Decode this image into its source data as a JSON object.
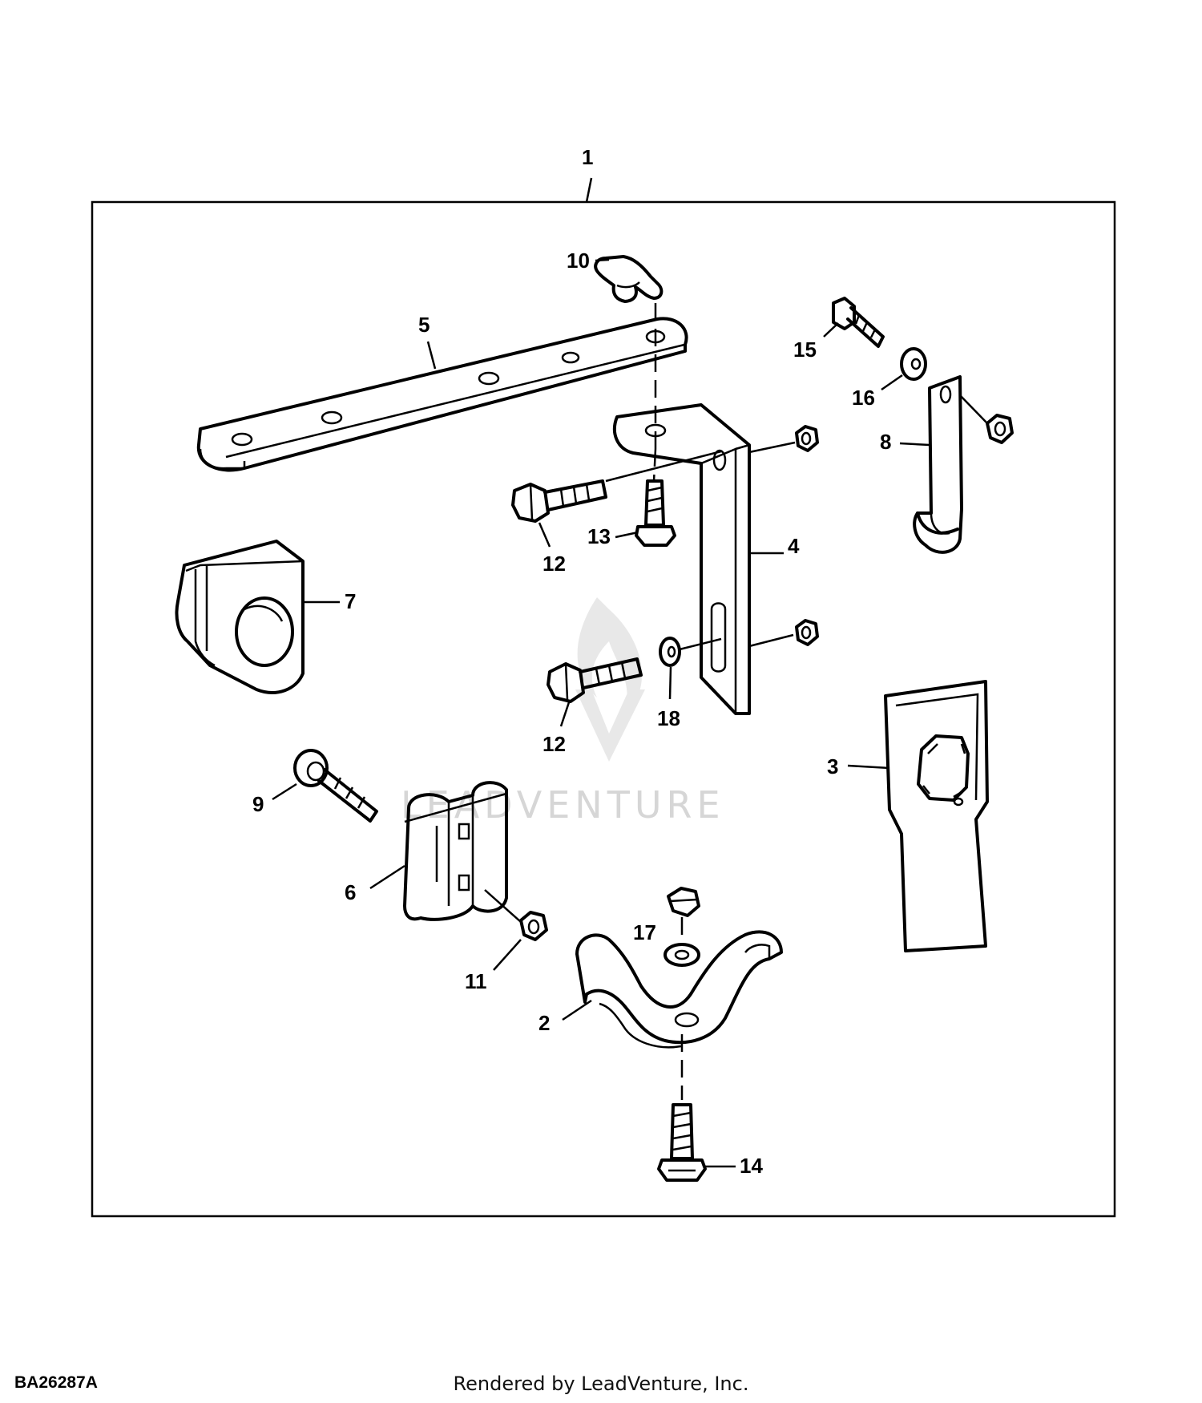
{
  "figure_id": "BA26287A",
  "footer": "Rendered by LeadVenture, Inc.",
  "watermark": "LEADVENTURE",
  "callouts": {
    "c1": "1",
    "c2": "2",
    "c3": "3",
    "c4": "4",
    "c5": "5",
    "c6": "6",
    "c7": "7",
    "c8": "8",
    "c9": "9",
    "c10": "10",
    "c11": "11",
    "c12a": "12",
    "c12b": "12",
    "c13": "13",
    "c14": "14",
    "c15": "15",
    "c16": "16",
    "c17": "17",
    "c18": "18"
  }
}
